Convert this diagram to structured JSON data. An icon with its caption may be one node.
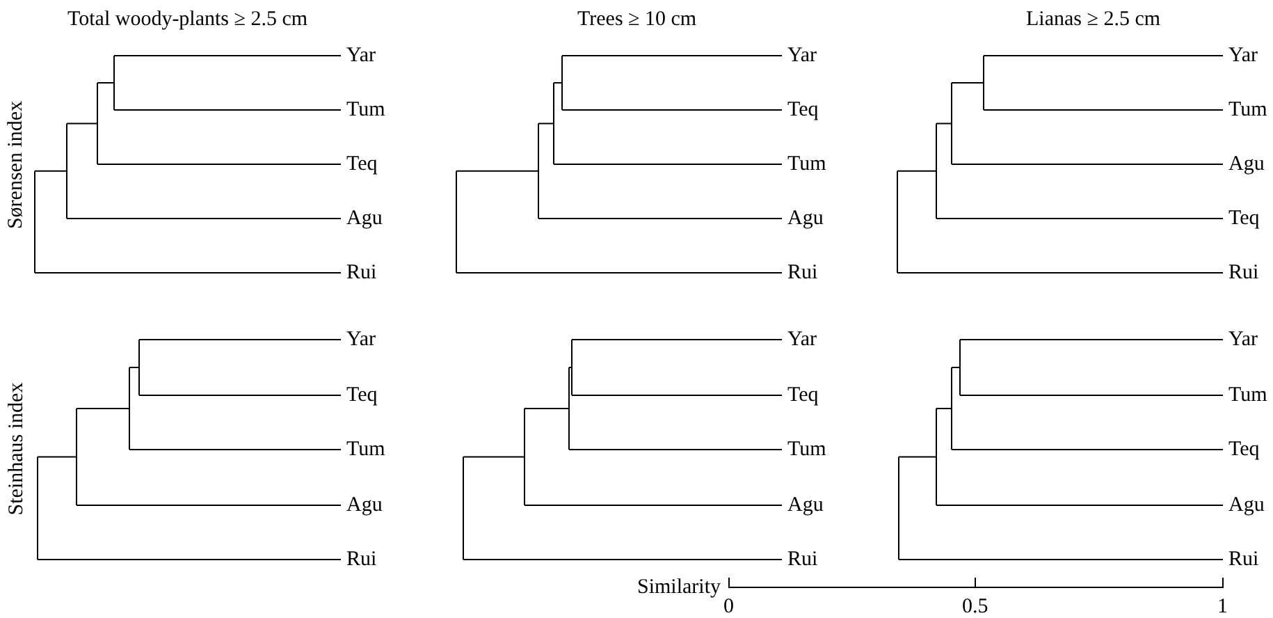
{
  "diagram": {
    "labels": [
      "Total woody-plants ≥ 2.5 cm",
      "Trees ≥ 10 cm",
      "Lianas ≥ 2.5 cm",
      "Sørensen index",
      "Yar",
      "Tum",
      "Teq",
      "Agu",
      "Rui",
      "Yar",
      "Teq",
      "Tum",
      "Agu",
      "Rui",
      "Yar",
      "Tum",
      "Agu",
      "Teq",
      "Rui",
      "Steinhaus index",
      "Yar",
      "Teq",
      "Tum",
      "Agu",
      "Rui",
      "Yar",
      "Teq",
      "Tum",
      "Agu",
      "Rui",
      "Yar",
      "Tum",
      "Teq",
      "Agu",
      "Rui",
      "Similarity",
      "0",
      "0.5",
      "1"
    ]
  }
}
